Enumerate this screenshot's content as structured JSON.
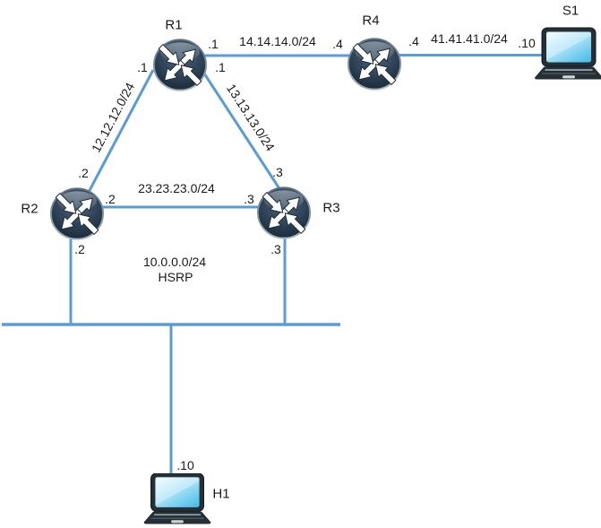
{
  "nodes": {
    "r1": {
      "label": "R1",
      "type": "router"
    },
    "r2": {
      "label": "R2",
      "type": "router"
    },
    "r3": {
      "label": "R3",
      "type": "router"
    },
    "r4": {
      "label": "R4",
      "type": "router"
    },
    "s1": {
      "label": "S1",
      "type": "laptop"
    },
    "h1": {
      "label": "H1",
      "type": "laptop"
    }
  },
  "links": {
    "r1_r4": {
      "subnet": "14.14.14.0/24",
      "r1_port": ".1",
      "r4_port": ".4"
    },
    "r4_s1": {
      "subnet": "41.41.41.0/24",
      "r4_port": ".4",
      "s1_port": ".10"
    },
    "r1_r2": {
      "subnet": "12.12.12.0/24",
      "r1_port": ".1",
      "r2_port": ".2"
    },
    "r1_r3": {
      "subnet": "13.13.13.0/24",
      "r1_port": ".1",
      "r3_port": ".3"
    },
    "r2_r3": {
      "subnet": "23.23.23.0/24",
      "r2_port": ".2",
      "r3_port": ".3"
    },
    "lan": {
      "subnet": "10.0.0.0/24",
      "protocol": "HSRP",
      "r2_port": ".2",
      "r3_port": ".3",
      "h1_port": ".10"
    }
  },
  "icons": {
    "router": "router-icon",
    "laptop": "laptop-icon"
  },
  "colors": {
    "link": "#5b9bd5",
    "text": "#1a1a1a",
    "router_body": "#1c2e3c",
    "laptop_screen": "#55c0ea"
  }
}
